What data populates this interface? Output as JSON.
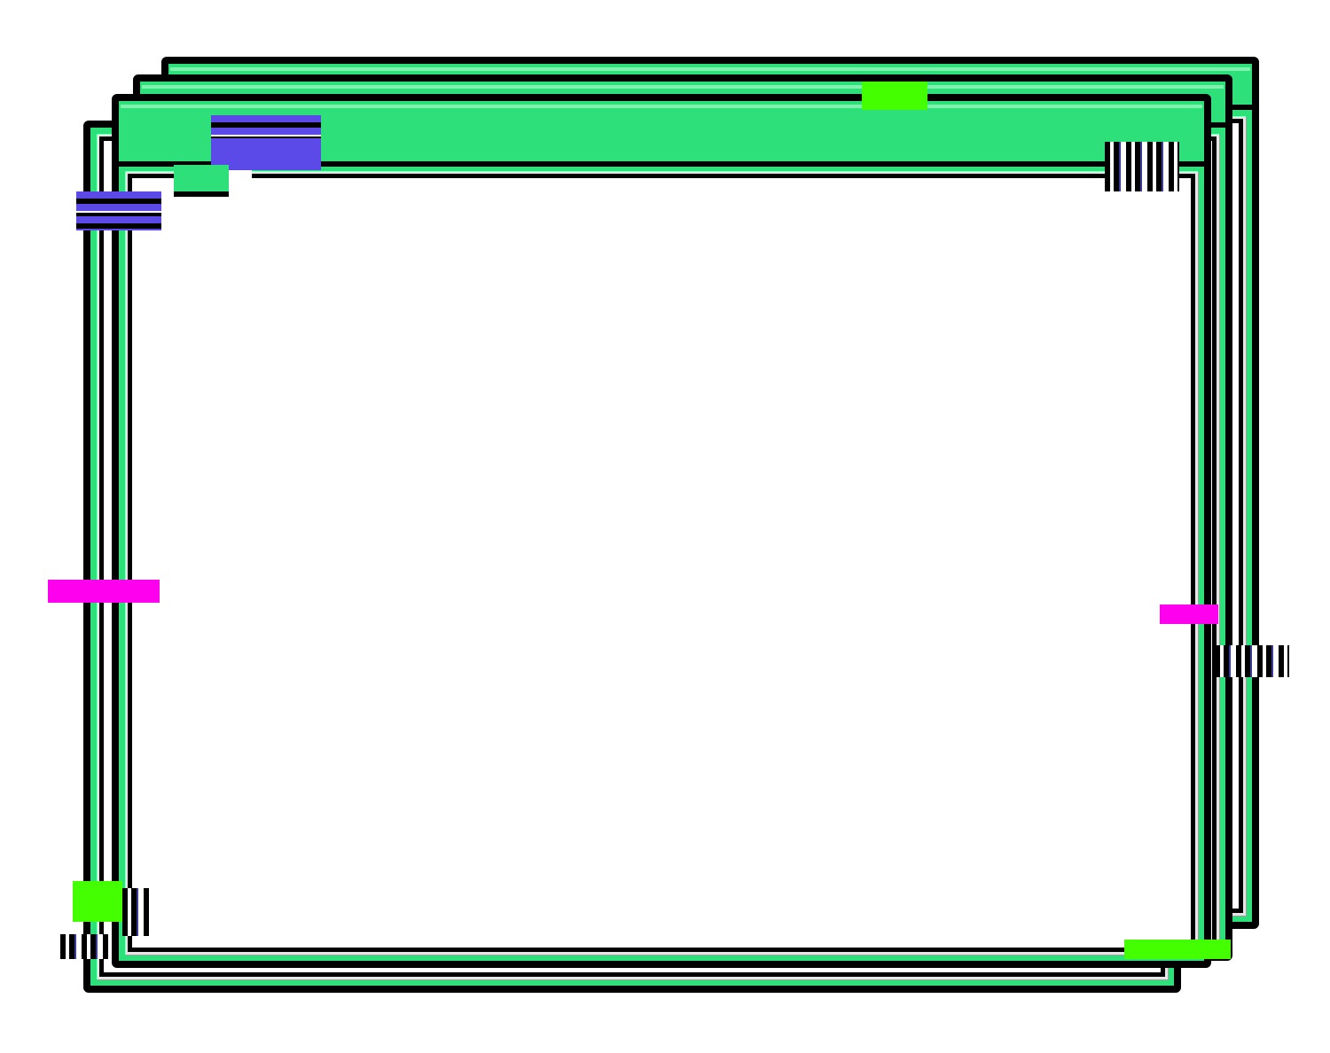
{
  "screen": {
    "background": "#ffffff"
  },
  "windows": [
    {
      "id": "window-back",
      "title": ""
    },
    {
      "id": "window-middle",
      "title": ""
    },
    {
      "id": "window-front",
      "title": ""
    }
  ],
  "colors": {
    "titlebar": "#2ee07a",
    "border": "#000000",
    "glitch_green": "#44ff00",
    "glitch_magenta": "#ff00ee",
    "glitch_blue": "#5b4ae8"
  }
}
